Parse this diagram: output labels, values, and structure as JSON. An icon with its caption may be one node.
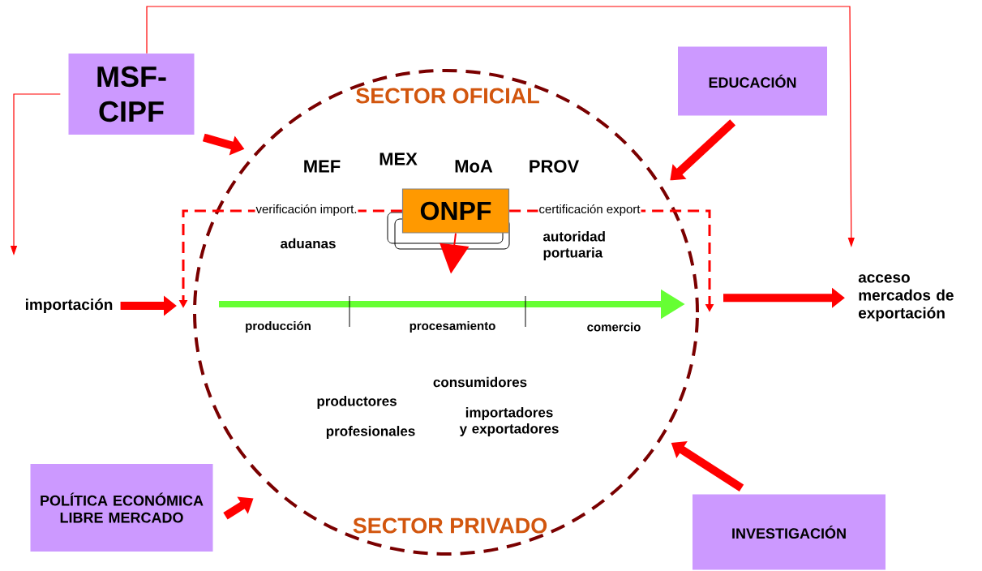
{
  "diagram": {
    "nodes": [
      {
        "text": [
          "MSF-CIPF"
        ]
      },
      {
        "text": [
          "EDUCACIÓN"
        ]
      },
      {
        "text": [
          "SECTOR OFICIAL",
          "SECTOR PRIVADO"
        ]
      },
      {
        "text": [
          "ONPF"
        ],
        "in": 2
      },
      {
        "text": [
          "importación"
        ]
      },
      {
        "text": [
          "acceso mercados de exportación"
        ]
      },
      {
        "text": [
          "POLÍTICA ECONÓMICA LIBRE MERCADO"
        ]
      },
      {
        "text": [
          "INVESTIGACIÓN"
        ]
      }
    ],
    "edges": [
      {
        "from": 0,
        "to": 2,
        "arrow": "to"
      },
      {
        "from": 1,
        "to": 2,
        "arrow": "to"
      },
      {
        "from": 6,
        "to": 2,
        "arrow": "to"
      },
      {
        "from": 7,
        "to": 2,
        "arrow": "to"
      },
      {
        "from": 4,
        "to": 2,
        "arrow": "to"
      },
      {
        "from": 2,
        "to": 5,
        "arrow": "to"
      },
      {
        "from": 0,
        "to": 5,
        "arrow": "to"
      },
      {
        "from": 0,
        "to": null,
        "arrow": "to"
      },
      {
        "from": 3,
        "to": null,
        "arrow": "to",
        "style": "dashed",
        "label": "verificación import."
      },
      {
        "from": 3,
        "to": null,
        "arrow": "to",
        "style": "dashed",
        "label": "certificación export"
      },
      {
        "from": 3,
        "to": null,
        "arrow": "to"
      }
    ],
    "labels": [
      "MEF",
      "MEX",
      "MoA",
      "PROV",
      "aduanas",
      "autoridad portuaria",
      "producción",
      "procesamiento",
      "comercio",
      "consumidores",
      "productores",
      "importadores y exportadores",
      "profesionales"
    ]
  }
}
